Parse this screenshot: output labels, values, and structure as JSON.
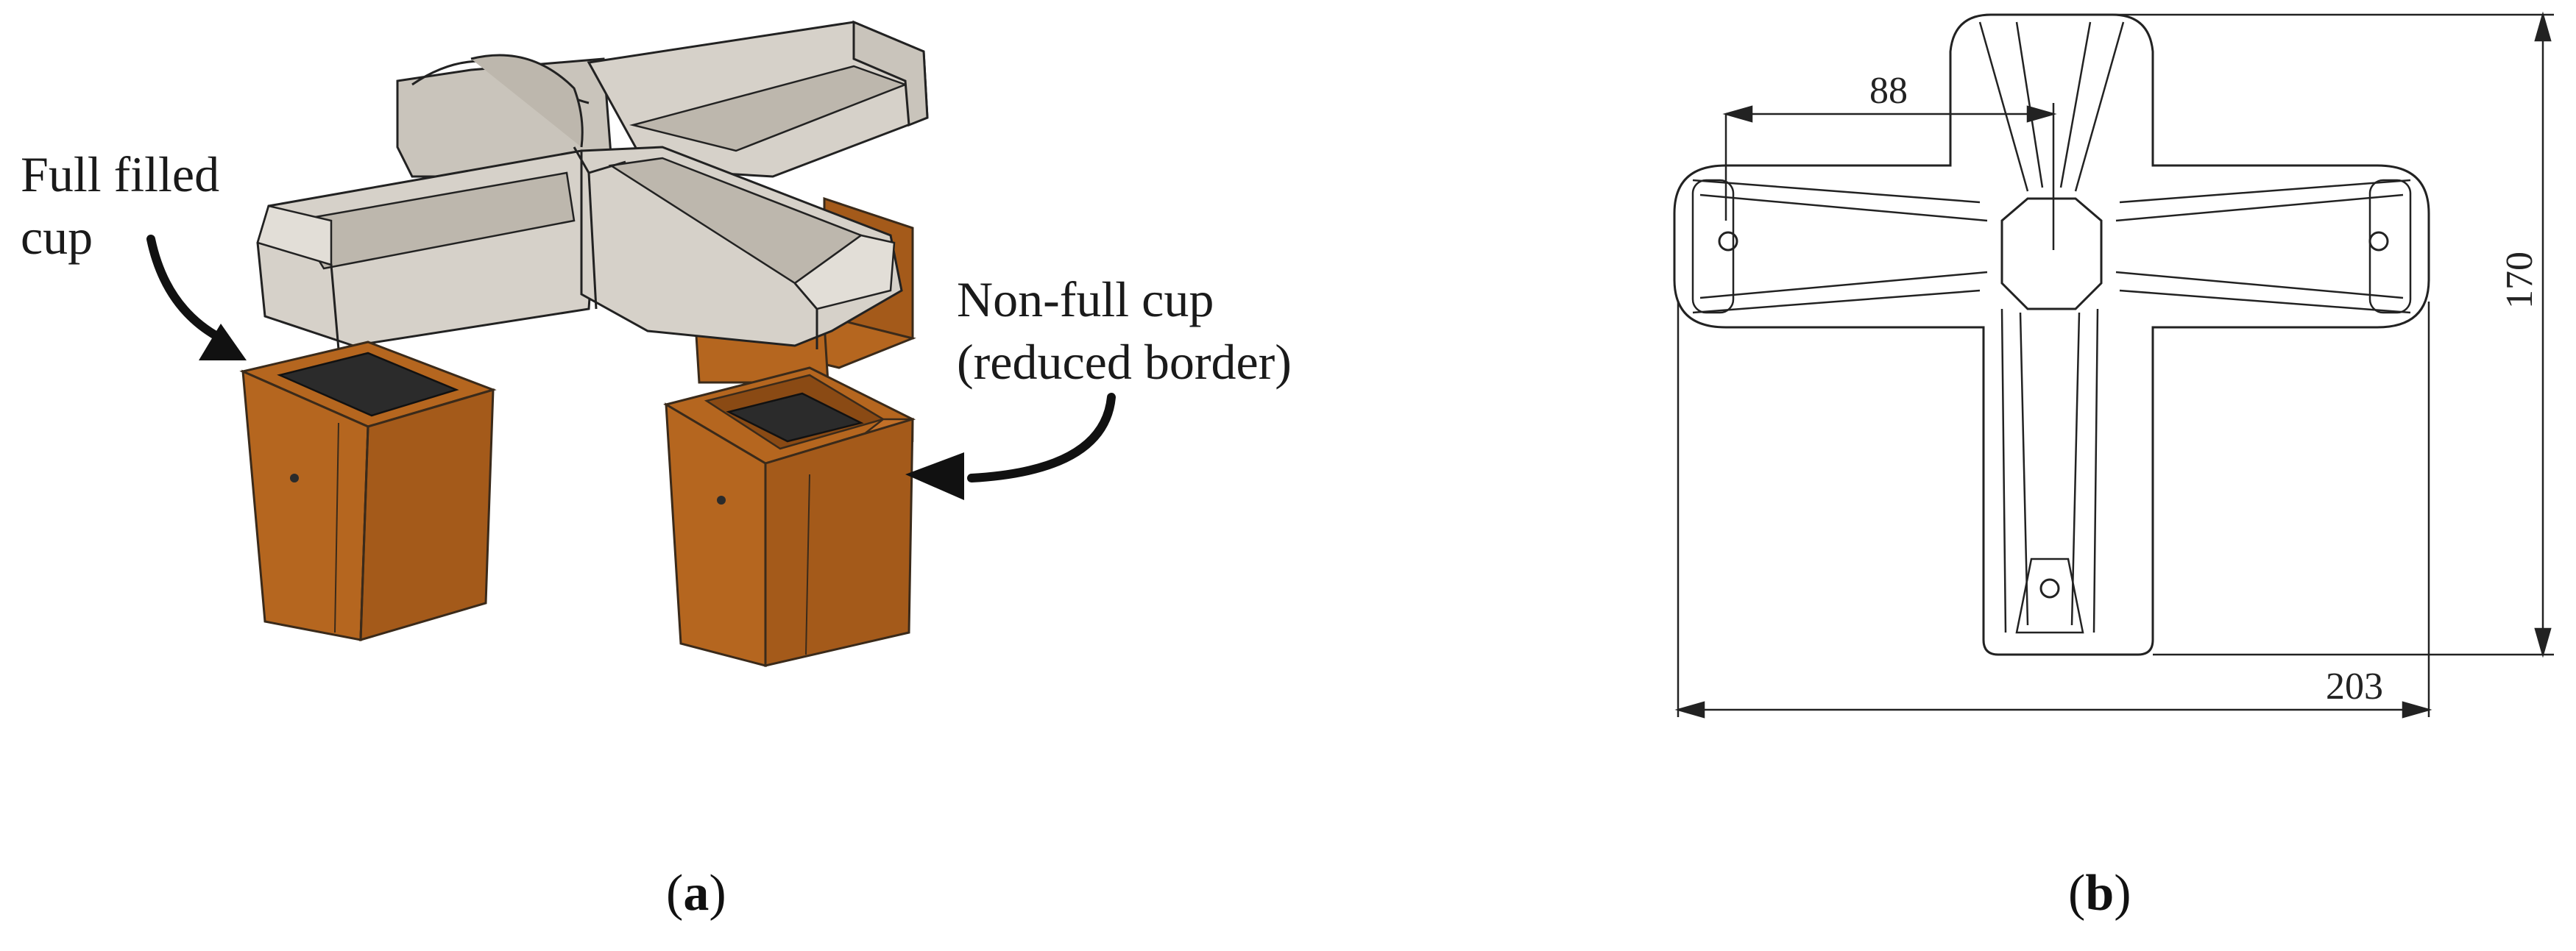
{
  "panel_a": {
    "label_full": [
      "Full filled",
      "cup"
    ],
    "label_nonfull": [
      "Non-full cup",
      "(reduced border)"
    ],
    "caption_letter": "a"
  },
  "panel_b": {
    "dim_88": "88",
    "dim_170": "170",
    "dim_203": "203",
    "caption_letter": "b"
  },
  "colors": {
    "cup_front": "#B5661F",
    "cup_side": "#A45A1A",
    "mold_top": "#D6D1C9",
    "mold_side": "#BDB7AD",
    "dark_fill": "#2B2B2B"
  }
}
